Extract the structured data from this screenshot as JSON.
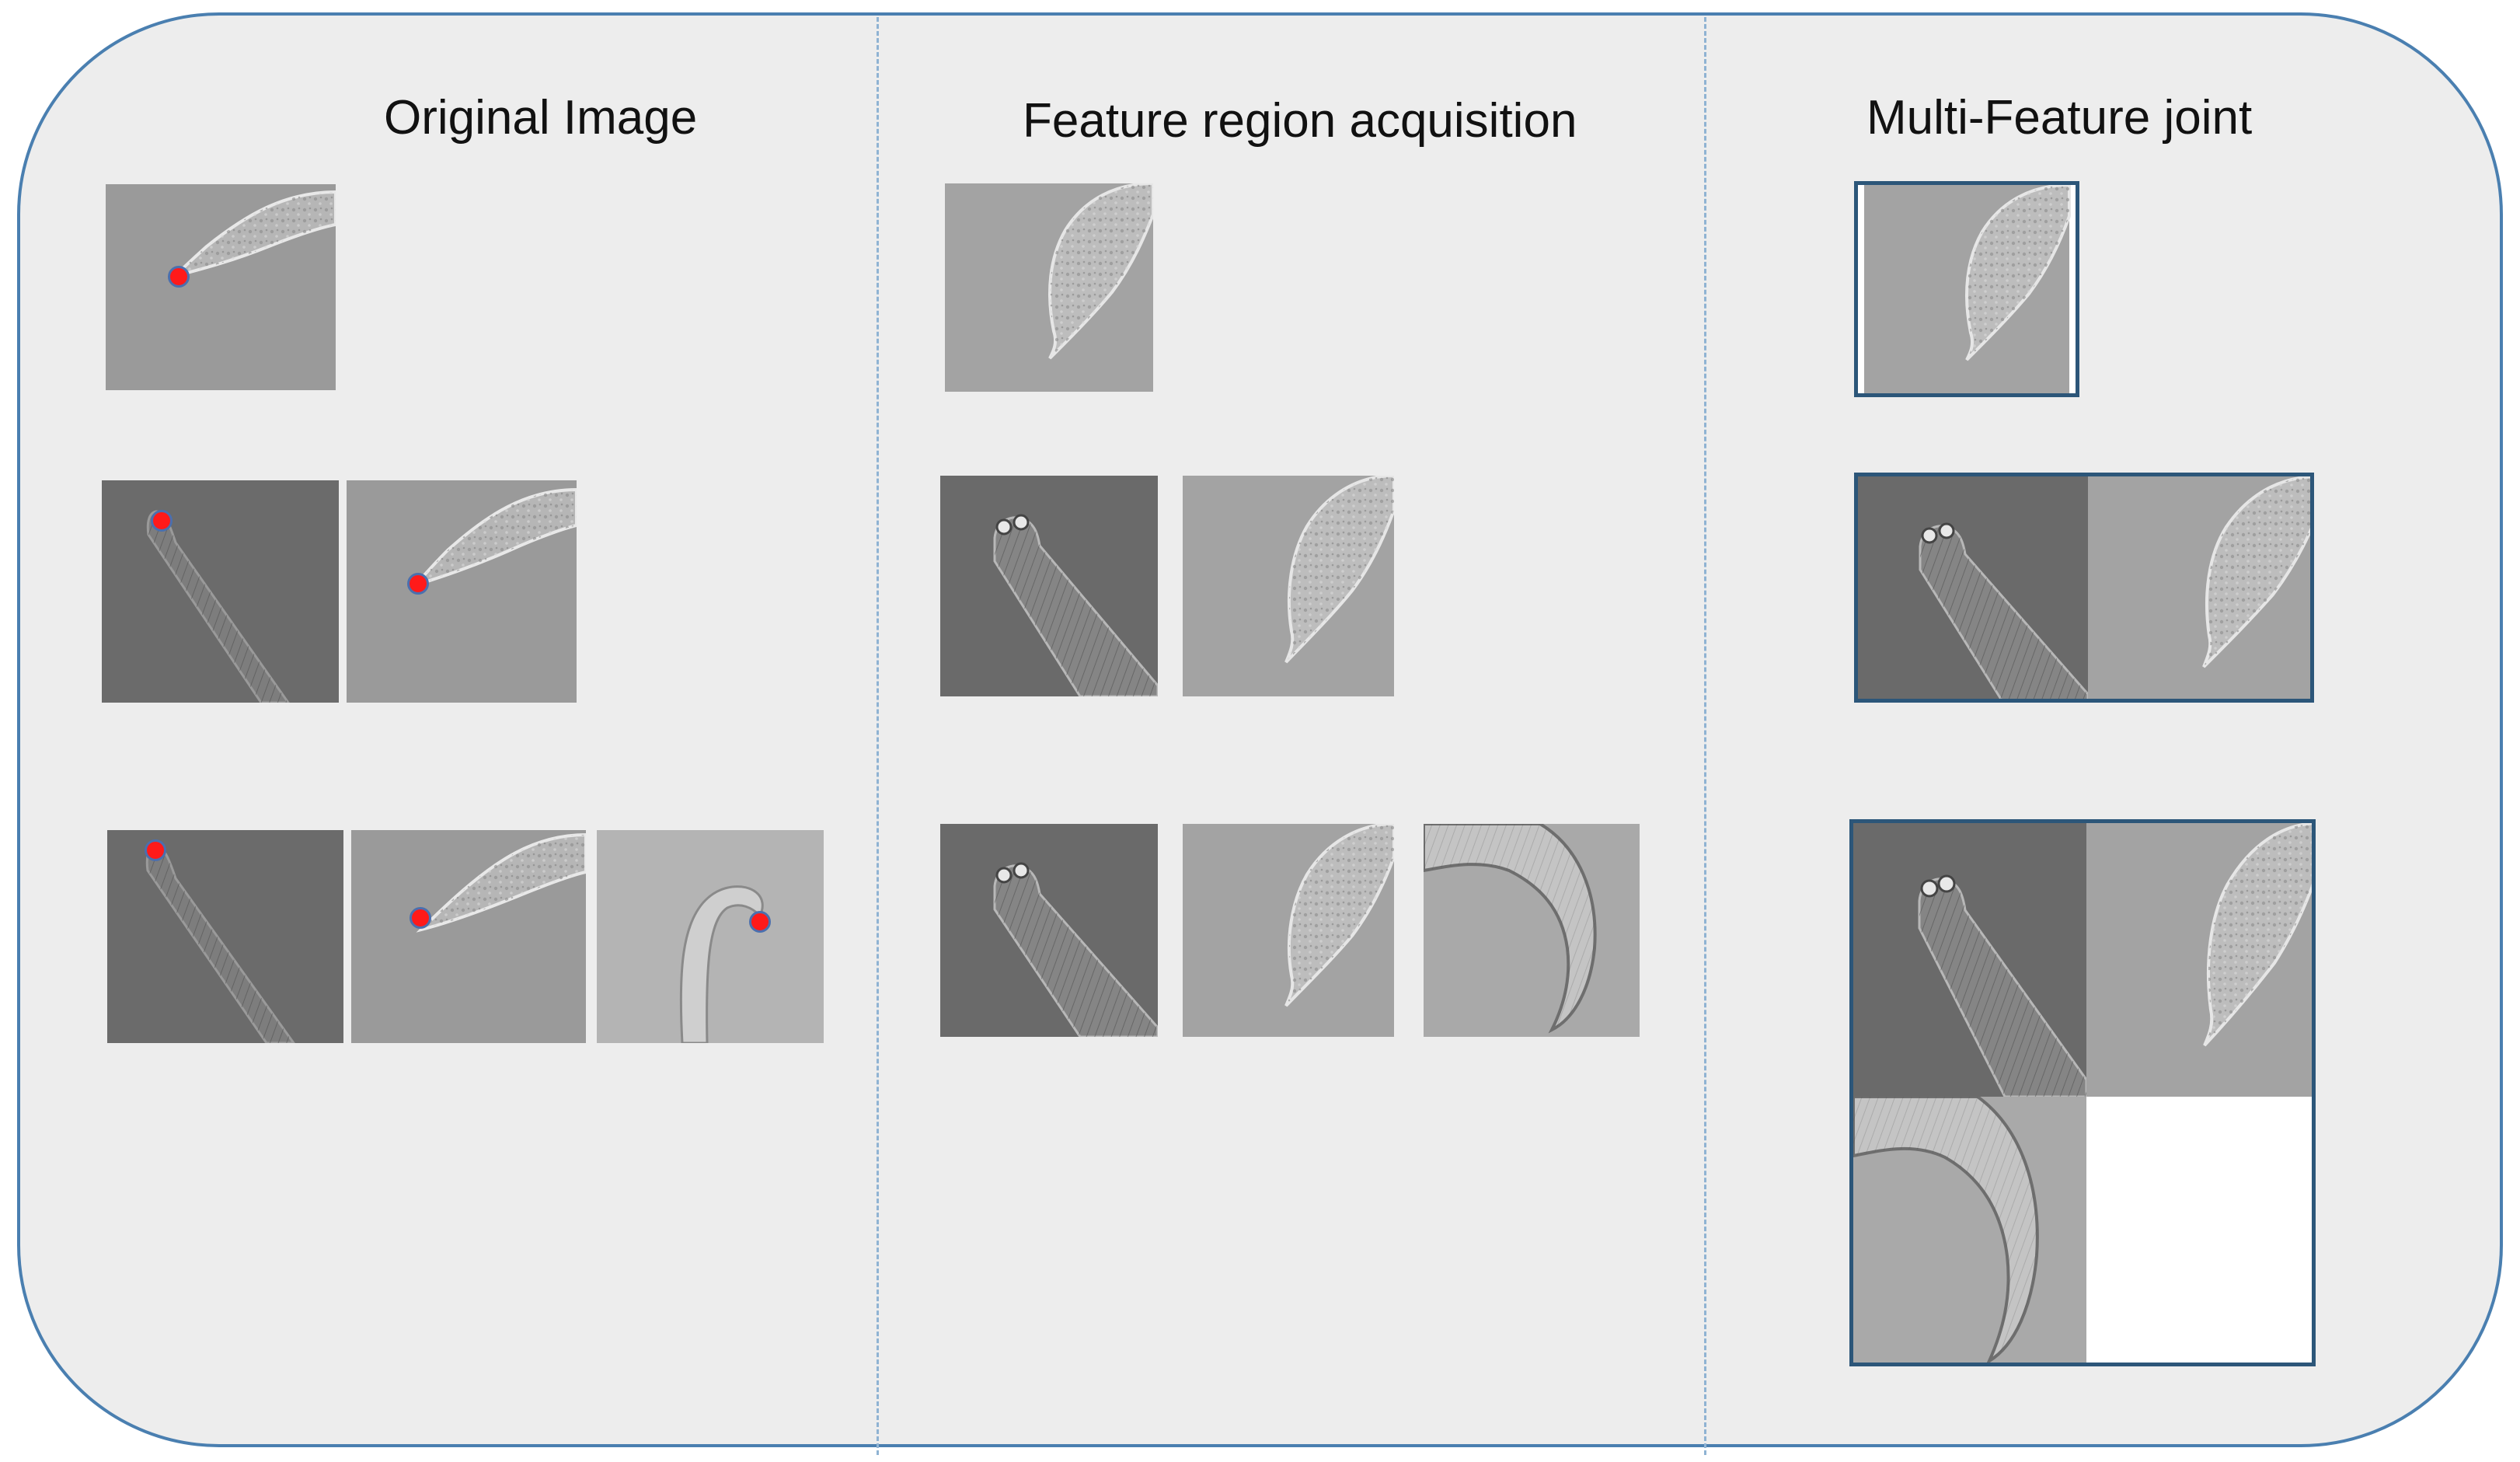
{
  "columns": [
    {
      "title": "Original  Image"
    },
    {
      "title": "Feature region acquisition"
    },
    {
      "title": "Multi-Feature  joint"
    }
  ],
  "colors": {
    "frame_border": "#4a7fb0",
    "frame_fill": "#ededed",
    "divider": "#8fb3d3",
    "joint_border": "#2c5679",
    "marker_fill": "#ff1a1a",
    "marker_ring": "#4b6fae"
  },
  "images": {
    "tail": "microscopy-nematode-tail",
    "head": "microscopy-nematode-head",
    "spicule": "microscopy-nematode-spicule",
    "body_curve": "microscopy-nematode-curved-body"
  }
}
